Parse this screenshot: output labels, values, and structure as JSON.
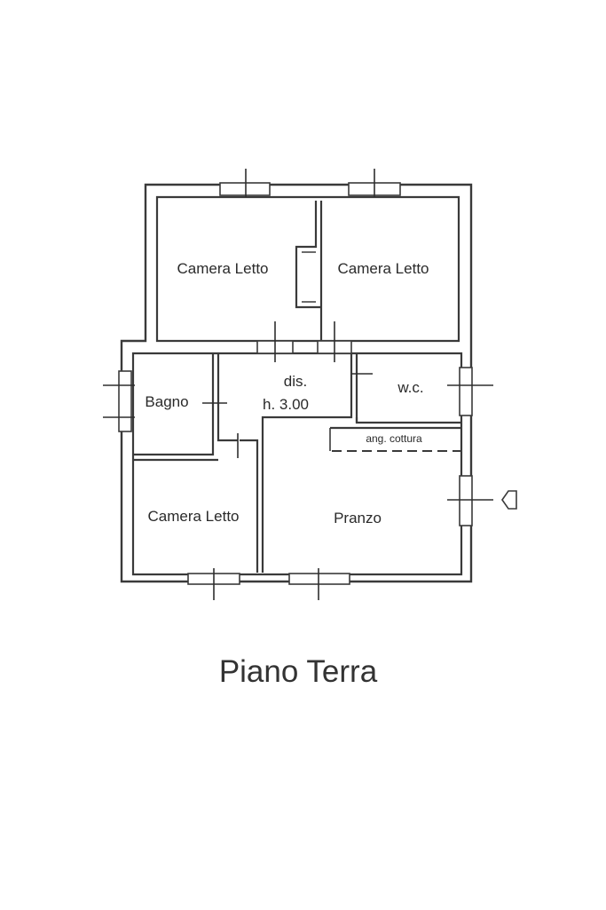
{
  "title": "Piano Terra",
  "rooms": {
    "camera_letto_1": "Camera Letto",
    "camera_letto_2": "Camera Letto",
    "camera_letto_3": "Camera Letto",
    "bagno": "Bagno",
    "dis": "dis.",
    "height": "h. 3.00",
    "wc": "w.c.",
    "ang_cottura": "ang. cottura",
    "pranzo": "Pranzo"
  }
}
